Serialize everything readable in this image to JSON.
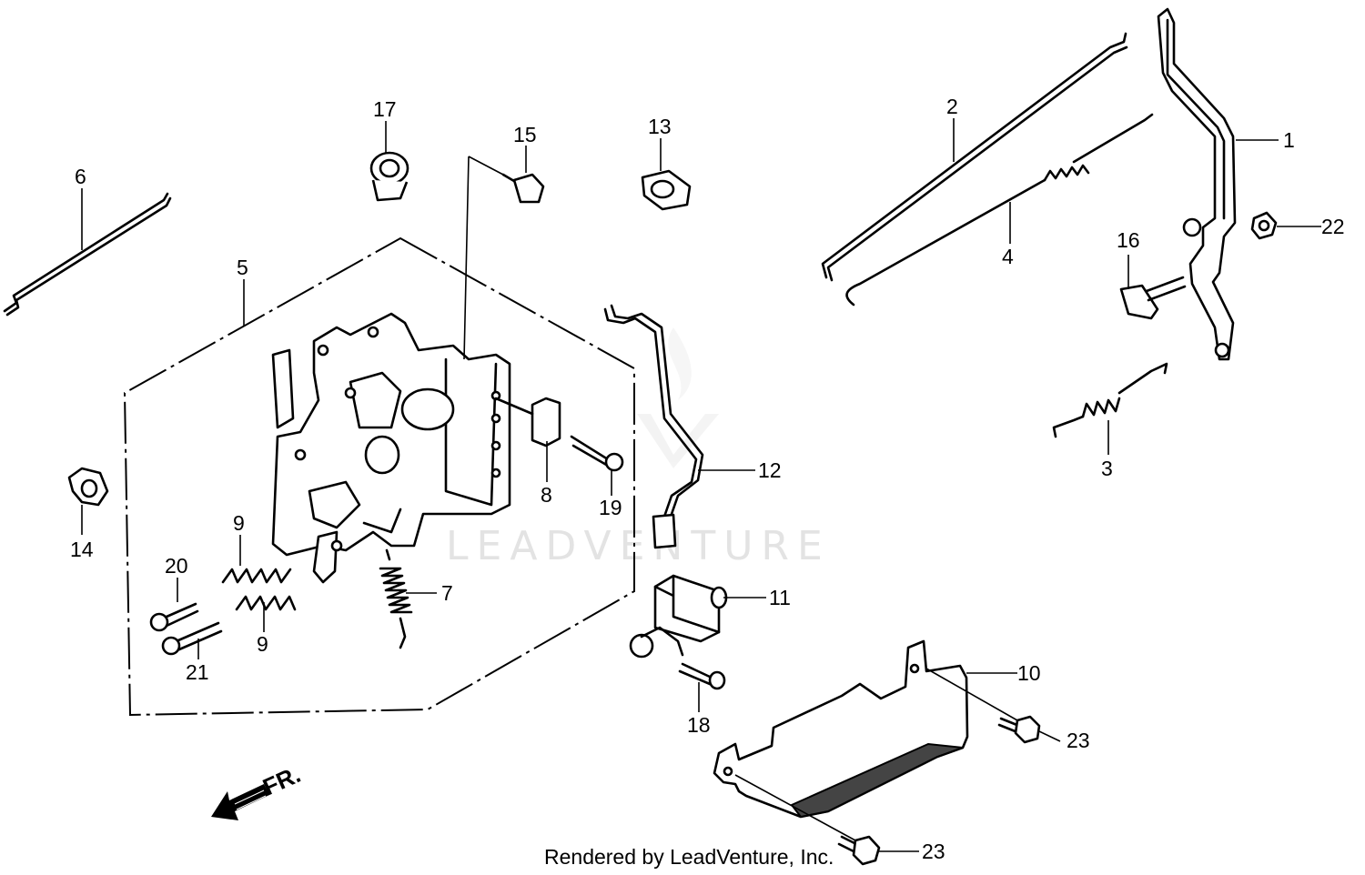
{
  "watermark": "LEADVENTURE",
  "credit": "Rendered by LeadVenture, Inc.",
  "direction_label": "FR.",
  "callouts": [
    "1",
    "2",
    "3",
    "4",
    "5",
    "6",
    "7",
    "8",
    "9",
    "9",
    "10",
    "11",
    "12",
    "13",
    "14",
    "15",
    "16",
    "17",
    "18",
    "19",
    "20",
    "21",
    "22",
    "23",
    "23"
  ]
}
